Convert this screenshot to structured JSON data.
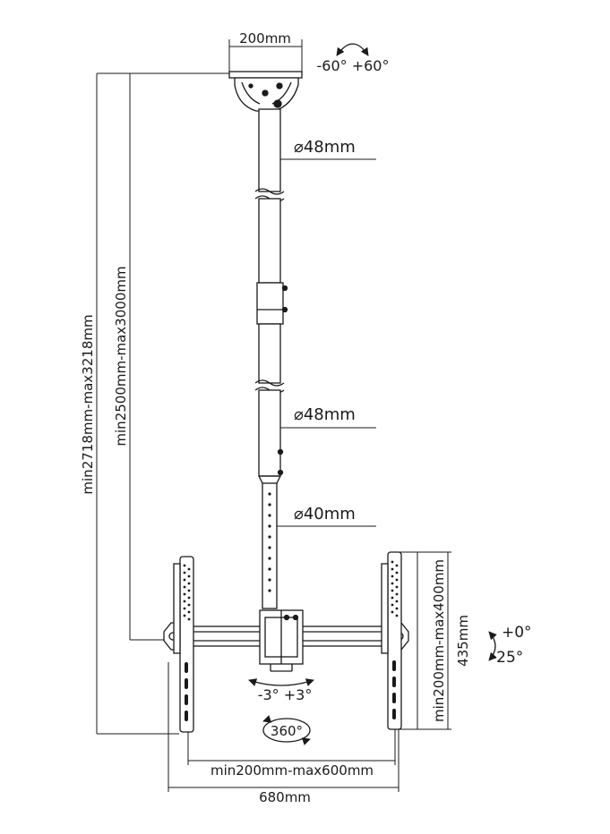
{
  "labels": {
    "plate_width": "200mm",
    "tilt_head": "-60° +60°",
    "pole_upper_diameter": "⌀48mm",
    "pole_mid_diameter": "⌀48mm",
    "pole_lower_diameter": "⌀40mm",
    "total_height": "min2718mm-max3218mm",
    "pole_height": "min2500mm-max3000mm",
    "vesa_vertical": "min200mm-max400mm",
    "bracket_height": "435mm",
    "tilt_positive": "+0°",
    "tilt_negative": "-25°",
    "swivel_small": "-3° +3°",
    "rotation": "360°",
    "vesa_horizontal": "min200mm-max600mm",
    "overall_width": "680mm"
  }
}
